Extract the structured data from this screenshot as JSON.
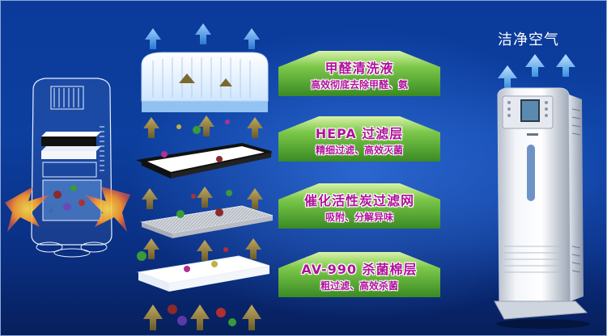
{
  "clean_air_label": "洁净空气",
  "filters": [
    {
      "title": "甲醛清洗液",
      "subtitle": "高效彻底去除甲醛、氨"
    },
    {
      "title": "HEPA 过滤层",
      "subtitle": "精细过滤、高效灭菌"
    },
    {
      "title": "催化活性炭过滤网",
      "subtitle": "吸附、分解异味"
    },
    {
      "title": "AV-990 杀菌棉层",
      "subtitle": "粗过滤、高效杀菌"
    }
  ],
  "colors": {
    "banner_green": "#5fb83a",
    "label_magenta": "#b1129b",
    "arrow_blue": "#3a8fe0",
    "arrow_olive": "#8a7a3a",
    "background": "#0b3a9a"
  }
}
